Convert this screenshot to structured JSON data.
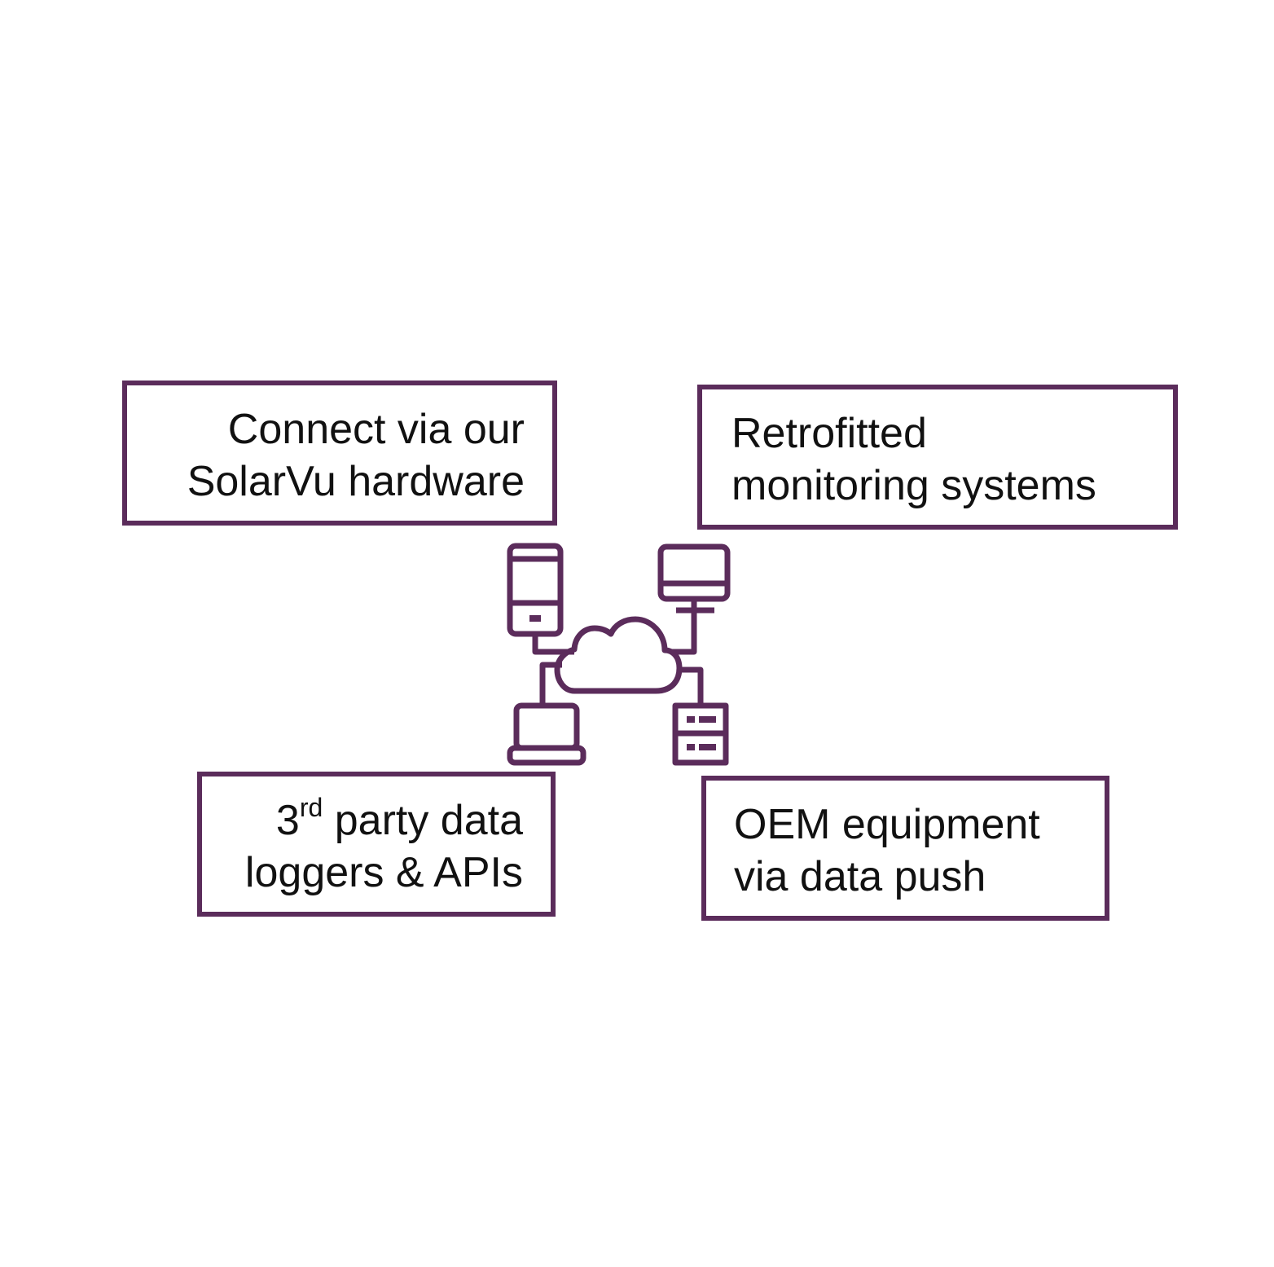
{
  "colors": {
    "accent": "#5b2c5b",
    "text": "#111111",
    "background": "#ffffff"
  },
  "boxes": {
    "top_left": {
      "line1": "Connect via our",
      "line2": "SolarVu hardware"
    },
    "top_right": {
      "line1": "Retrofitted",
      "line2": "monitoring systems"
    },
    "bottom_left": {
      "line1_num": "3",
      "line1_sup": "rd",
      "line1_rest": " party data",
      "line2": "loggers & APIs"
    },
    "bottom_right": {
      "line1": "OEM equipment",
      "line2": "via data push"
    }
  },
  "icons": {
    "hub": "cloud-icon",
    "devices": [
      "mobile-device-icon",
      "desktop-monitor-icon",
      "laptop-icon",
      "server-icon"
    ]
  }
}
